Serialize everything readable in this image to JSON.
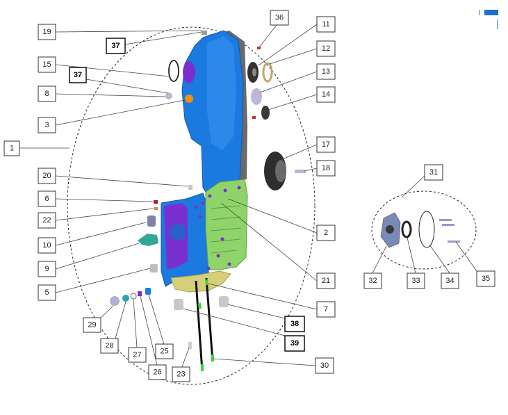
{
  "diagram": {
    "callouts": [
      {
        "id": "c1",
        "text": "1"
      },
      {
        "id": "c2",
        "text": "2"
      },
      {
        "id": "c3",
        "text": "3"
      },
      {
        "id": "c5",
        "text": "5"
      },
      {
        "id": "c6",
        "text": "6"
      },
      {
        "id": "c7",
        "text": "7"
      },
      {
        "id": "c8",
        "text": "8"
      },
      {
        "id": "c9",
        "text": "9"
      },
      {
        "id": "c10",
        "text": "10"
      },
      {
        "id": "c11",
        "text": "11"
      },
      {
        "id": "c12",
        "text": "12"
      },
      {
        "id": "c13",
        "text": "13"
      },
      {
        "id": "c14",
        "text": "14"
      },
      {
        "id": "c15",
        "text": "15"
      },
      {
        "id": "c17",
        "text": "17"
      },
      {
        "id": "c18",
        "text": "18"
      },
      {
        "id": "c19",
        "text": "19"
      },
      {
        "id": "c20",
        "text": "20"
      },
      {
        "id": "c21",
        "text": "21"
      },
      {
        "id": "c22",
        "text": "22"
      },
      {
        "id": "c23",
        "text": "23"
      },
      {
        "id": "c25",
        "text": "25"
      },
      {
        "id": "c26",
        "text": "26"
      },
      {
        "id": "c27",
        "text": "27"
      },
      {
        "id": "c28",
        "text": "28"
      },
      {
        "id": "c29",
        "text": "29"
      },
      {
        "id": "c30",
        "text": "30"
      },
      {
        "id": "c31",
        "text": "31"
      },
      {
        "id": "c32",
        "text": "32"
      },
      {
        "id": "c33",
        "text": "33"
      },
      {
        "id": "c34",
        "text": "34"
      },
      {
        "id": "c35",
        "text": "35"
      },
      {
        "id": "c36",
        "text": "36"
      },
      {
        "id": "c37a",
        "text": "37"
      },
      {
        "id": "c37b",
        "text": "37"
      },
      {
        "id": "c38",
        "text": "38"
      },
      {
        "id": "c39",
        "text": "39"
      }
    ],
    "colors": {
      "cover_blue": "#1a7ae0",
      "cover_blue_dark": "#0f55b0",
      "cover_green": "#8fd46a",
      "cover_yellow": "#d6cf7a",
      "inner_purple": "#7a30d0",
      "accent_orange": "#f0900a",
      "corner_logo_blue": "#1c6fd1"
    }
  }
}
